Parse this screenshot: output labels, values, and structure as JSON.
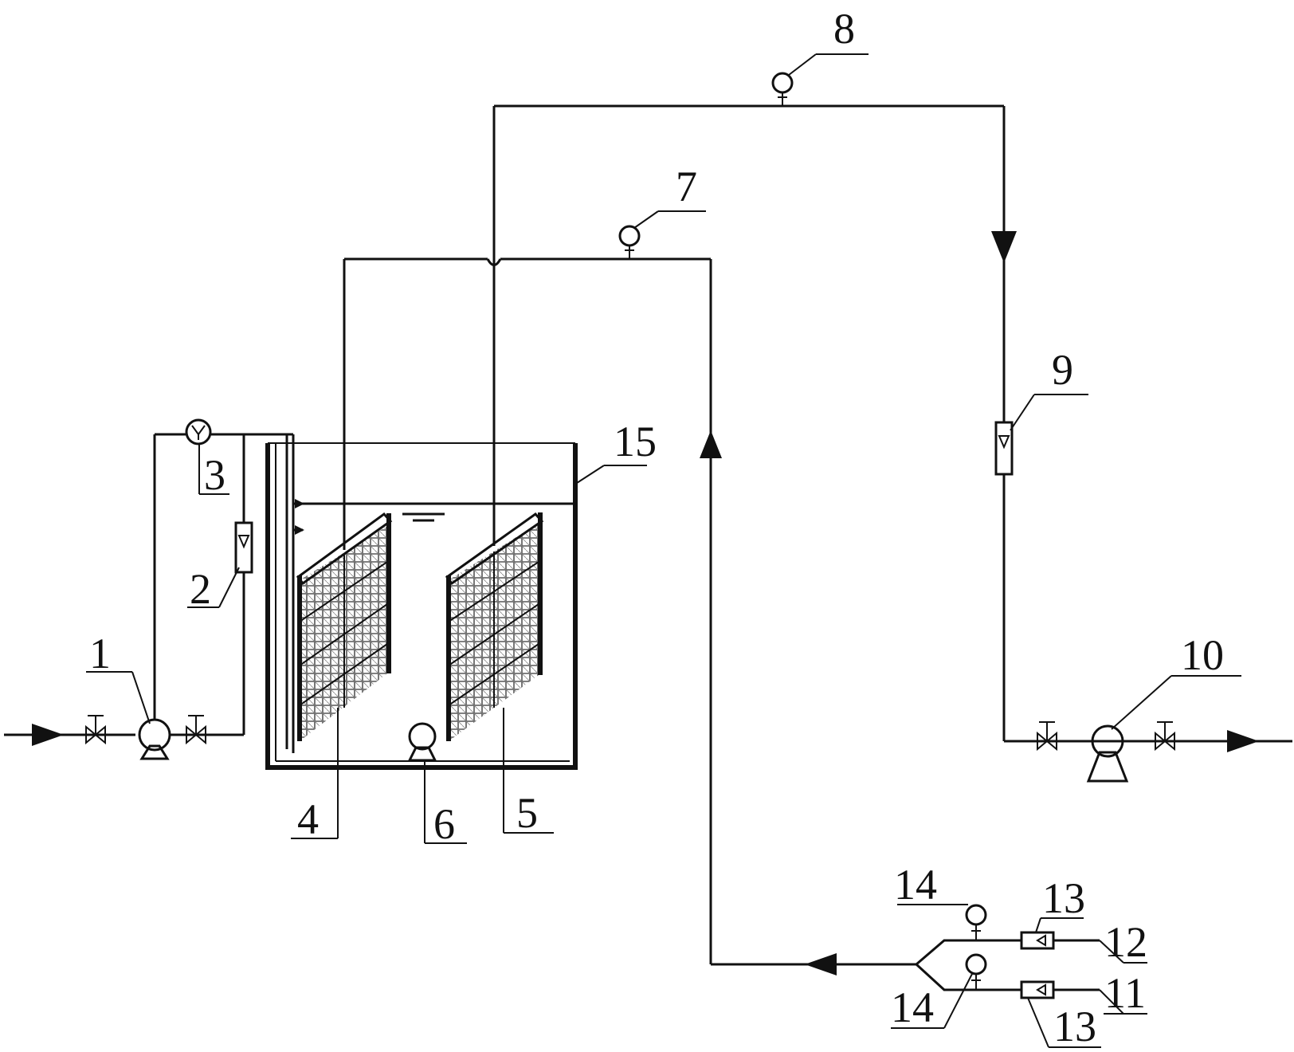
{
  "labels": {
    "l1": "1",
    "l2": "2",
    "l3": "3",
    "l4": "4",
    "l5": "5",
    "l6": "6",
    "l7": "7",
    "l8": "8",
    "l9": "9",
    "l10": "10",
    "l11": "11",
    "l12": "12",
    "l13a": "13",
    "l13b": "13",
    "l14a": "14",
    "l14b": "14",
    "l15": "15"
  },
  "colors": {
    "line": "#111111",
    "background": "#ffffff",
    "membrane_hatch": "#555555"
  }
}
